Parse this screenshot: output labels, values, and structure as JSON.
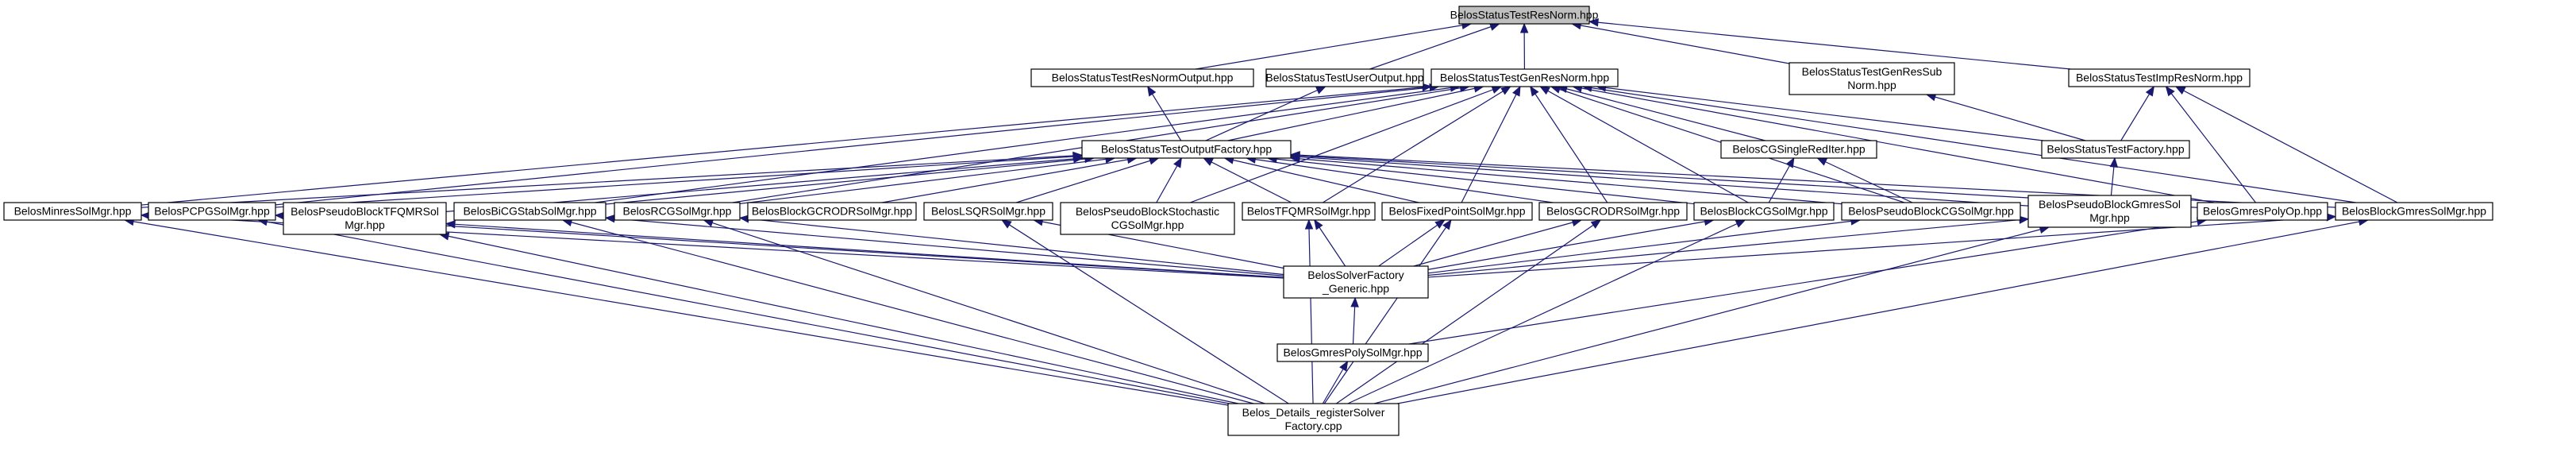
{
  "title": "",
  "nodes": [
    {
      "id": "root",
      "lines": [
        "BelosStatusTestResNorm.hpp"
      ],
      "highlight": true
    },
    {
      "id": "resnormout",
      "lines": [
        "BelosStatusTestResNormOutput.hpp"
      ]
    },
    {
      "id": "useroutput",
      "lines": [
        "BelosStatusTestUserOutput.hpp"
      ]
    },
    {
      "id": "genresnorm",
      "lines": [
        "BelosStatusTestGenResNorm.hpp"
      ]
    },
    {
      "id": "genressub",
      "lines": [
        "BelosStatusTestGenResSub",
        "Norm.hpp"
      ]
    },
    {
      "id": "impresnorm",
      "lines": [
        "BelosStatusTestImpResNorm.hpp"
      ]
    },
    {
      "id": "outfactory",
      "lines": [
        "BelosStatusTestOutputFactory.hpp"
      ]
    },
    {
      "id": "cgsingle",
      "lines": [
        "BelosCGSingleRedIter.hpp"
      ]
    },
    {
      "id": "stfactory",
      "lines": [
        "BelosStatusTestFactory.hpp"
      ]
    },
    {
      "id": "minres",
      "lines": [
        "BelosMinresSolMgr.hpp"
      ]
    },
    {
      "id": "pcpg",
      "lines": [
        "BelosPCPGSolMgr.hpp"
      ]
    },
    {
      "id": "pbtfqmr",
      "lines": [
        "BelosPseudoBlockTFQMRSol",
        "Mgr.hpp"
      ]
    },
    {
      "id": "bicgstab",
      "lines": [
        "BelosBiCGStabSolMgr.hpp"
      ]
    },
    {
      "id": "rcg",
      "lines": [
        "BelosRCGSolMgr.hpp"
      ]
    },
    {
      "id": "bgcrodr",
      "lines": [
        "BelosBlockGCRODRSolMgr.hpp"
      ]
    },
    {
      "id": "lsqr",
      "lines": [
        "BelosLSQRSolMgr.hpp"
      ]
    },
    {
      "id": "pbstoch",
      "lines": [
        "BelosPseudoBlockStochastic",
        "CGSolMgr.hpp"
      ]
    },
    {
      "id": "tfqmr",
      "lines": [
        "BelosTFQMRSolMgr.hpp"
      ]
    },
    {
      "id": "fixedpoint",
      "lines": [
        "BelosFixedPointSolMgr.hpp"
      ]
    },
    {
      "id": "gcrodr",
      "lines": [
        "BelosGCRODRSolMgr.hpp"
      ]
    },
    {
      "id": "blockcg",
      "lines": [
        "BelosBlockCGSolMgr.hpp"
      ]
    },
    {
      "id": "pbcg",
      "lines": [
        "BelosPseudoBlockCGSolMgr.hpp"
      ]
    },
    {
      "id": "pbgmres",
      "lines": [
        "BelosPseudoBlockGmresSol",
        "Mgr.hpp"
      ]
    },
    {
      "id": "gmrespoly",
      "lines": [
        "BelosGmresPolyOp.hpp"
      ]
    },
    {
      "id": "blockgmres",
      "lines": [
        "BelosBlockGmresSolMgr.hpp"
      ]
    },
    {
      "id": "solverfactory",
      "lines": [
        "BelosSolverFactory",
        "_Generic.hpp"
      ]
    },
    {
      "id": "gmrespolysol",
      "lines": [
        "BelosGmresPolySolMgr.hpp"
      ]
    },
    {
      "id": "details",
      "lines": [
        "Belos_Details_registerSolver",
        "Factory.cpp"
      ]
    }
  ],
  "edges": [
    [
      "root",
      "resnormout"
    ],
    [
      "root",
      "useroutput"
    ],
    [
      "root",
      "genresnorm"
    ],
    [
      "root",
      "genressub"
    ],
    [
      "root",
      "impresnorm"
    ],
    [
      "resnormout",
      "outfactory"
    ],
    [
      "useroutput",
      "outfactory"
    ],
    [
      "genresnorm",
      "outfactory"
    ],
    [
      "genresnorm",
      "cgsingle"
    ],
    [
      "genresnorm",
      "stfactory"
    ],
    [
      "genressub",
      "stfactory"
    ],
    [
      "impresnorm",
      "stfactory"
    ],
    [
      "impresnorm",
      "gmrespoly"
    ],
    [
      "impresnorm",
      "blockgmres"
    ],
    [
      "genresnorm",
      "minres"
    ],
    [
      "genresnorm",
      "pcpg"
    ],
    [
      "genresnorm",
      "bicgstab"
    ],
    [
      "genresnorm",
      "rcg"
    ],
    [
      "genresnorm",
      "pbstoch"
    ],
    [
      "genresnorm",
      "tfqmr"
    ],
    [
      "genresnorm",
      "fixedpoint"
    ],
    [
      "genresnorm",
      "gcrodr"
    ],
    [
      "genresnorm",
      "blockcg"
    ],
    [
      "genresnorm",
      "pbcg"
    ],
    [
      "genresnorm",
      "gmrespoly"
    ],
    [
      "genresnorm",
      "blockgmres"
    ],
    [
      "outfactory",
      "minres"
    ],
    [
      "outfactory",
      "pcpg"
    ],
    [
      "outfactory",
      "pbtfqmr"
    ],
    [
      "outfactory",
      "bicgstab"
    ],
    [
      "outfactory",
      "rcg"
    ],
    [
      "outfactory",
      "bgcrodr"
    ],
    [
      "outfactory",
      "lsqr"
    ],
    [
      "outfactory",
      "pbstoch"
    ],
    [
      "outfactory",
      "tfqmr"
    ],
    [
      "outfactory",
      "fixedpoint"
    ],
    [
      "outfactory",
      "gcrodr"
    ],
    [
      "outfactory",
      "blockcg"
    ],
    [
      "outfactory",
      "pbcg"
    ],
    [
      "outfactory",
      "pbgmres"
    ],
    [
      "outfactory",
      "gmrespoly"
    ],
    [
      "outfactory",
      "blockgmres"
    ],
    [
      "cgsingle",
      "blockcg"
    ],
    [
      "cgsingle",
      "pbcg"
    ],
    [
      "stfactory",
      "pbgmres"
    ],
    [
      "minres",
      "solverfactory"
    ],
    [
      "pcpg",
      "solverfactory"
    ],
    [
      "pbtfqmr",
      "solverfactory"
    ],
    [
      "bicgstab",
      "solverfactory"
    ],
    [
      "rcg",
      "solverfactory"
    ],
    [
      "lsqr",
      "solverfactory"
    ],
    [
      "tfqmr",
      "solverfactory"
    ],
    [
      "fixedpoint",
      "solverfactory"
    ],
    [
      "gcrodr",
      "solverfactory"
    ],
    [
      "blockcg",
      "solverfactory"
    ],
    [
      "pbcg",
      "solverfactory"
    ],
    [
      "pbgmres",
      "solverfactory"
    ],
    [
      "blockgmres",
      "solverfactory"
    ],
    [
      "solverfactory",
      "gmrespolysol"
    ],
    [
      "gmrespoly",
      "gmrespolysol"
    ],
    [
      "minres",
      "details"
    ],
    [
      "pcpg",
      "details"
    ],
    [
      "pbtfqmr",
      "details"
    ],
    [
      "bicgstab",
      "details"
    ],
    [
      "rcg",
      "details"
    ],
    [
      "lsqr",
      "details"
    ],
    [
      "tfqmr",
      "details"
    ],
    [
      "fixedpoint",
      "details"
    ],
    [
      "gcrodr",
      "details"
    ],
    [
      "blockcg",
      "details"
    ],
    [
      "pbgmres",
      "details"
    ],
    [
      "blockgmres",
      "details"
    ],
    [
      "gmrespolysol",
      "details"
    ]
  ]
}
